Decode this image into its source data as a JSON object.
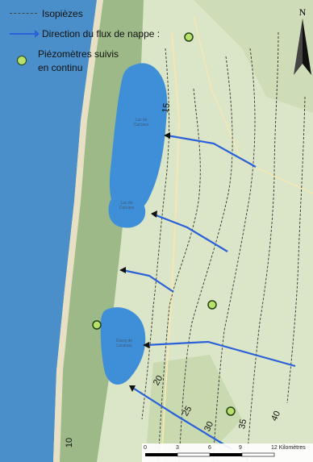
{
  "legend": {
    "isopiezes": "Isopièzes",
    "direction": "Direction du flux de nappe :",
    "piezometres_line1": "Piézomètres suivis",
    "piezometres_line2": "en continu"
  },
  "north": {
    "letter": "N"
  },
  "lakes": [
    {
      "name_line1": "Lac de",
      "name_line2": "Carcans"
    },
    {
      "name_line1": "Lac de",
      "name_line2": "Carcans"
    },
    {
      "name_line1": "Étang de",
      "name_line2": "Lacanau"
    }
  ],
  "isopiezes_labels": [
    "15",
    "20",
    "25",
    "30",
    "35",
    "40",
    "10"
  ],
  "scale": {
    "ticks": [
      "0",
      "3",
      "6",
      "9",
      "12"
    ],
    "unit": "Kilomètres",
    "unit_visible": "12 Kilomètres"
  },
  "colors": {
    "ocean": "#4a8fc9",
    "lake": "#3f8fd8",
    "land": "#d7e3c4",
    "forest": "#9cb987",
    "flow_arrow": "#2a60d8",
    "piezometre": "#b9e06b"
  }
}
